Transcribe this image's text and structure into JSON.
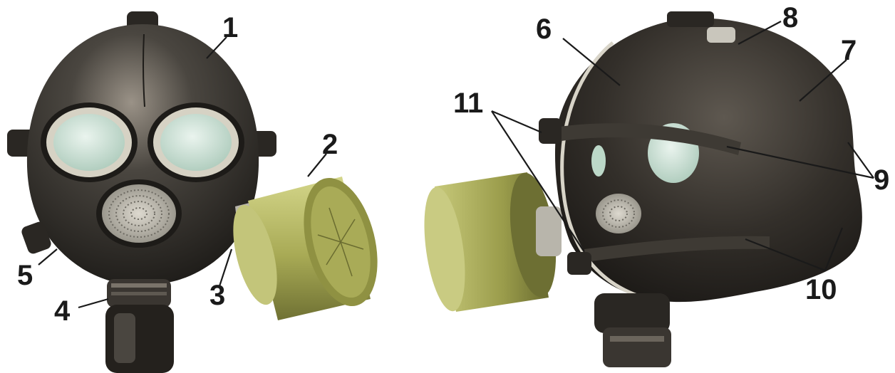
{
  "callouts": {
    "c1": "1",
    "c2": "2",
    "c3": "3",
    "c4": "4",
    "c5": "5",
    "c6": "6",
    "c7": "7",
    "c8": "8",
    "c9": "9",
    "c10": "10",
    "c11": "11"
  },
  "colors": {
    "rubber": "#2b2824",
    "rubber_highlight": "#8c8478",
    "lens": "#cfe3d8",
    "lens_rim": "#d6d2c4",
    "canister": "#b9bb6a",
    "canister_dark": "#7d7f3c",
    "valve_grid": "#bdbab0"
  }
}
